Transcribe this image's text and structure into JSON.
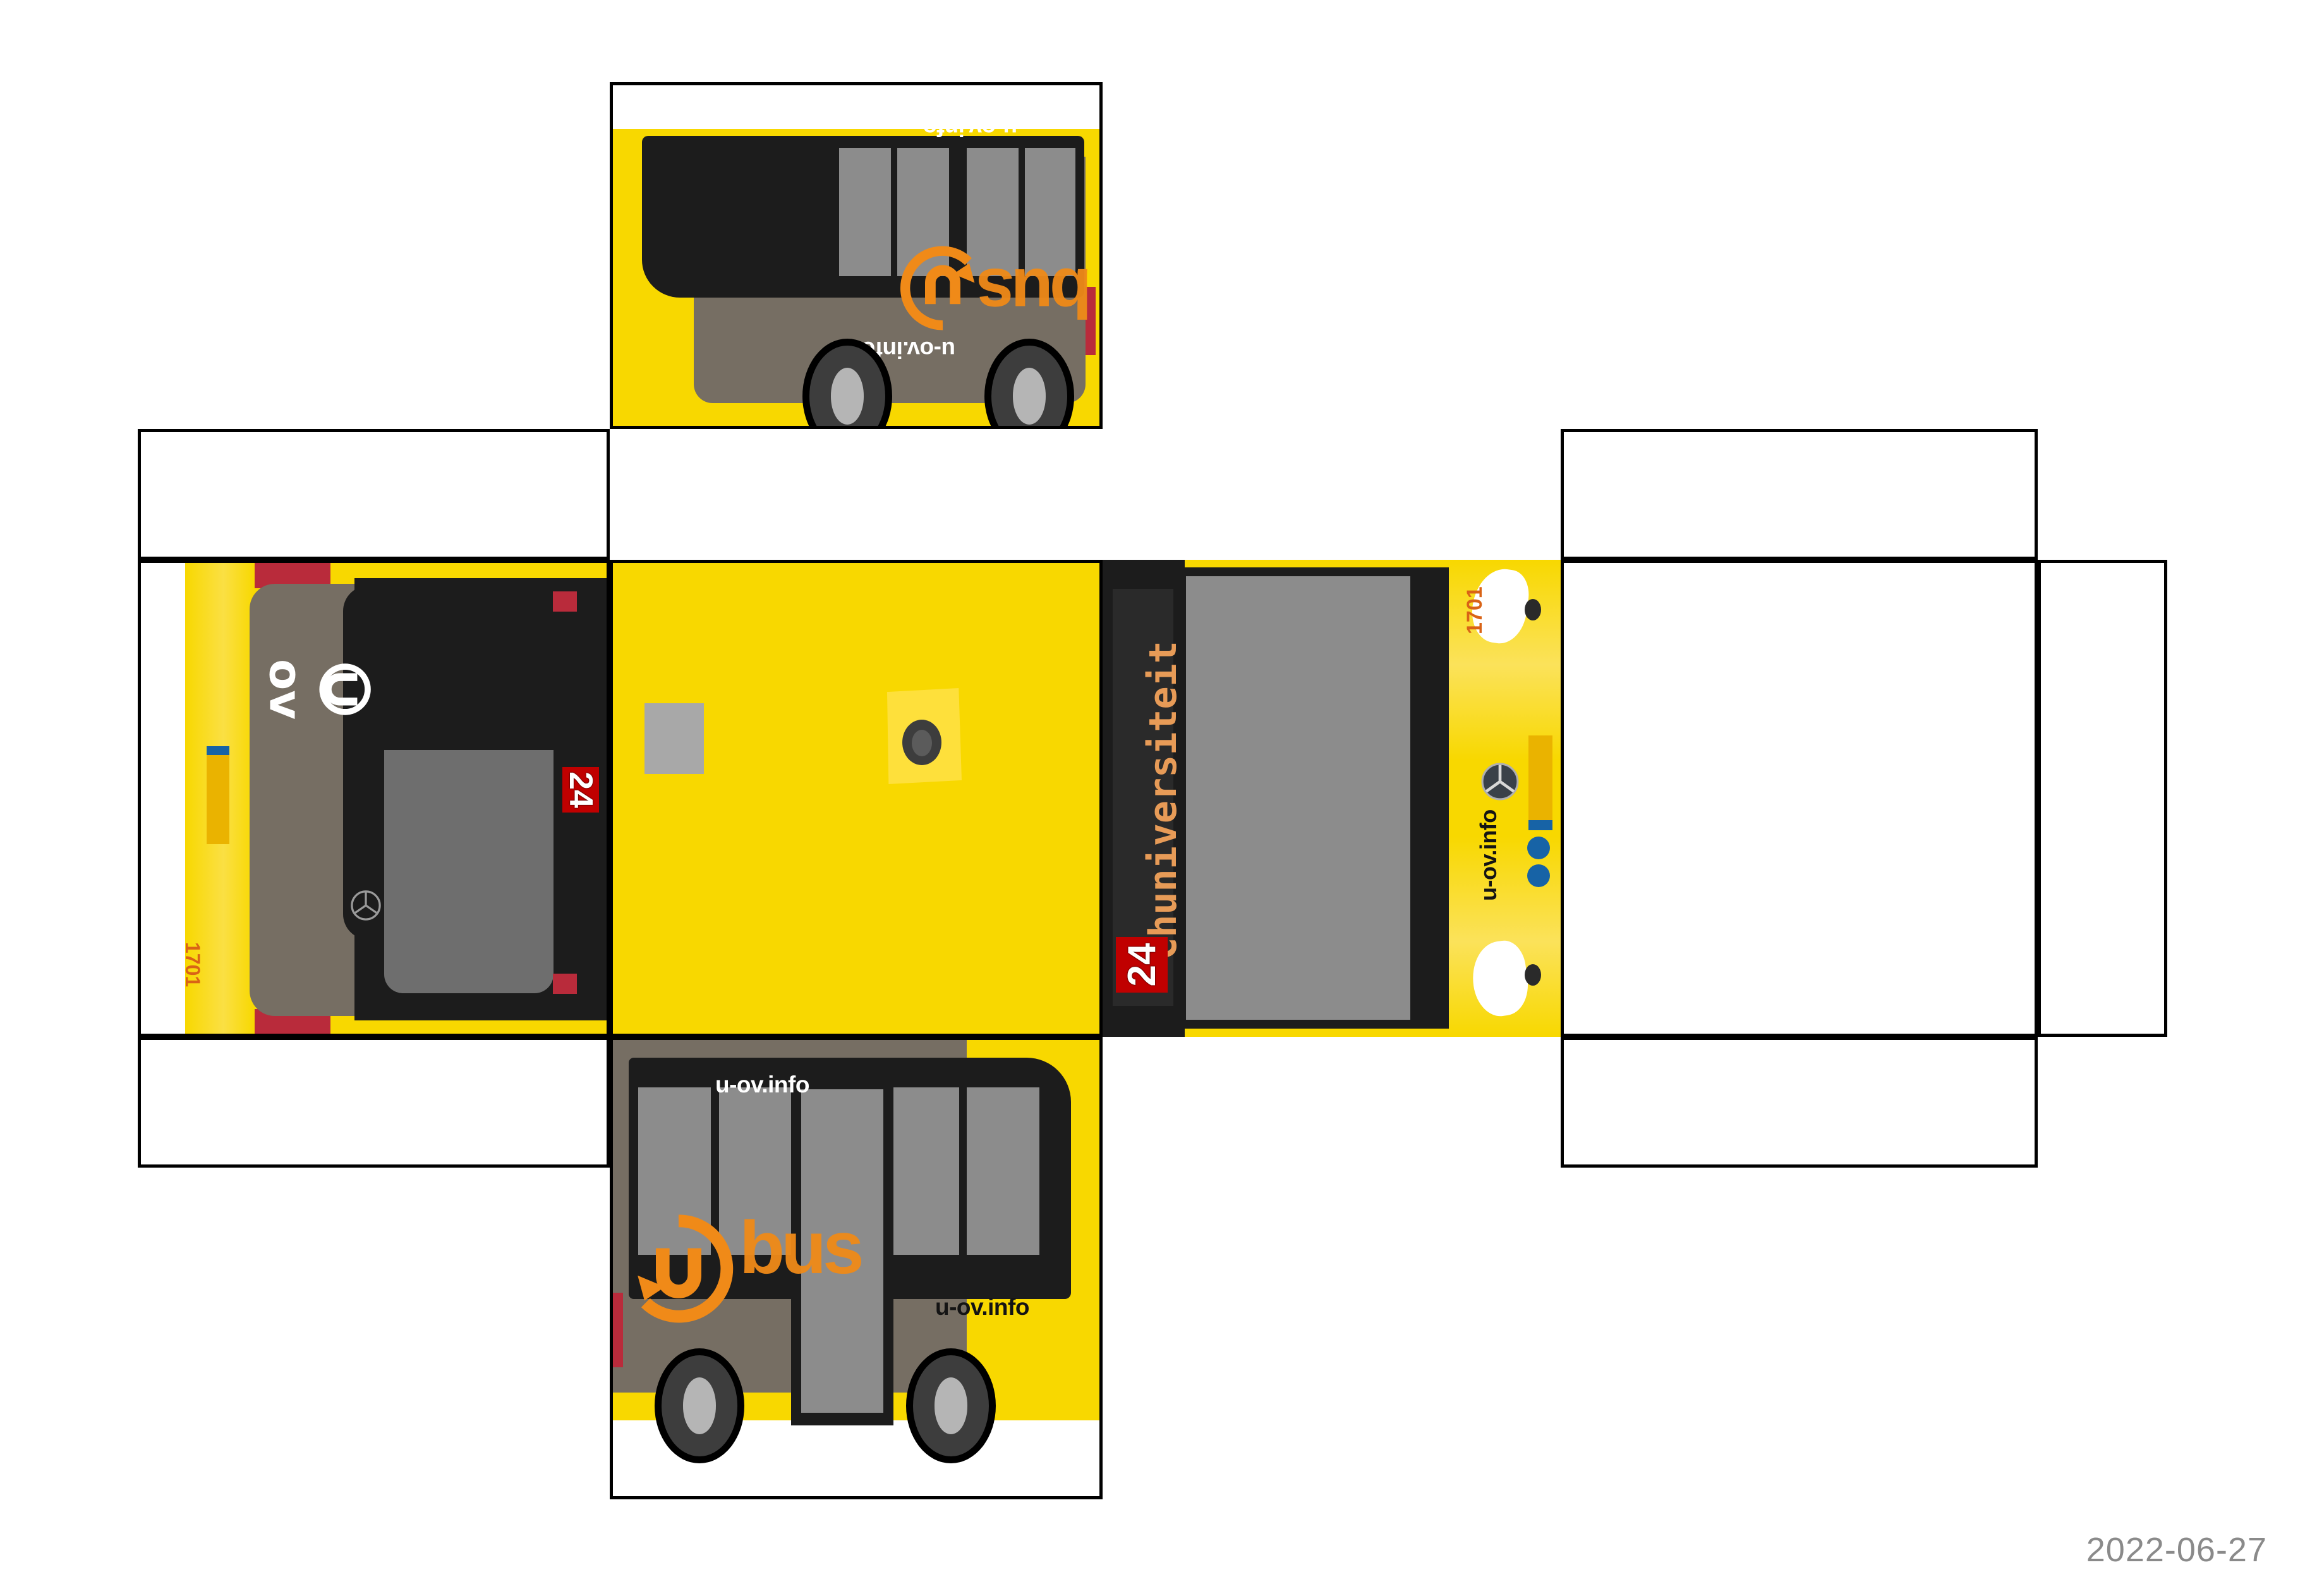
{
  "document": {
    "kind": "papercraft-cube-template",
    "subject": "U-OV city bus papercraft net",
    "date_stamp": "2022-06-27"
  },
  "bus": {
    "operator": "u-ov",
    "website": "u-ov.info",
    "fleet_number": "1701",
    "route_number": "24",
    "destination": "Chuniversiteit",
    "wordmark": "bus",
    "logo_text": "U",
    "logo_sub": "ov",
    "manufacturer_logo": "mercedes-star-icon"
  },
  "colors": {
    "body_yellow": "#F8D800",
    "body_gray": "#766E63",
    "glass_black": "#1C1C1C",
    "window_gray": "#8C8C8C",
    "accent_orange": "#F08A18",
    "route_red": "#C00000",
    "trim_red": "#B92B3B",
    "accent_blue": "#1763A6",
    "outline_black": "#000000",
    "date_gray": "#8A8A8A"
  },
  "panels": {
    "top": {
      "name": "bus-side-view-mirrored",
      "label": "top flap — side view (upside down)"
    },
    "left_flapA": {
      "name": "blank-glue-flap",
      "label": ""
    },
    "right_flapA": {
      "name": "blank-glue-flap",
      "label": ""
    },
    "rear": {
      "name": "bus-rear-view",
      "label": "rear face"
    },
    "roof": {
      "name": "bus-roof-view",
      "label": "roof face"
    },
    "front": {
      "name": "bus-front-view",
      "label": "front face"
    },
    "right_sideA": {
      "name": "blank-panel",
      "label": ""
    },
    "right_sideB": {
      "name": "blank-glue-flap",
      "label": ""
    },
    "left_flapB": {
      "name": "blank-glue-flap",
      "label": ""
    },
    "right_flapB": {
      "name": "blank-glue-flap",
      "label": ""
    },
    "bottom": {
      "name": "bus-side-view",
      "label": "bottom flap — side view"
    }
  }
}
